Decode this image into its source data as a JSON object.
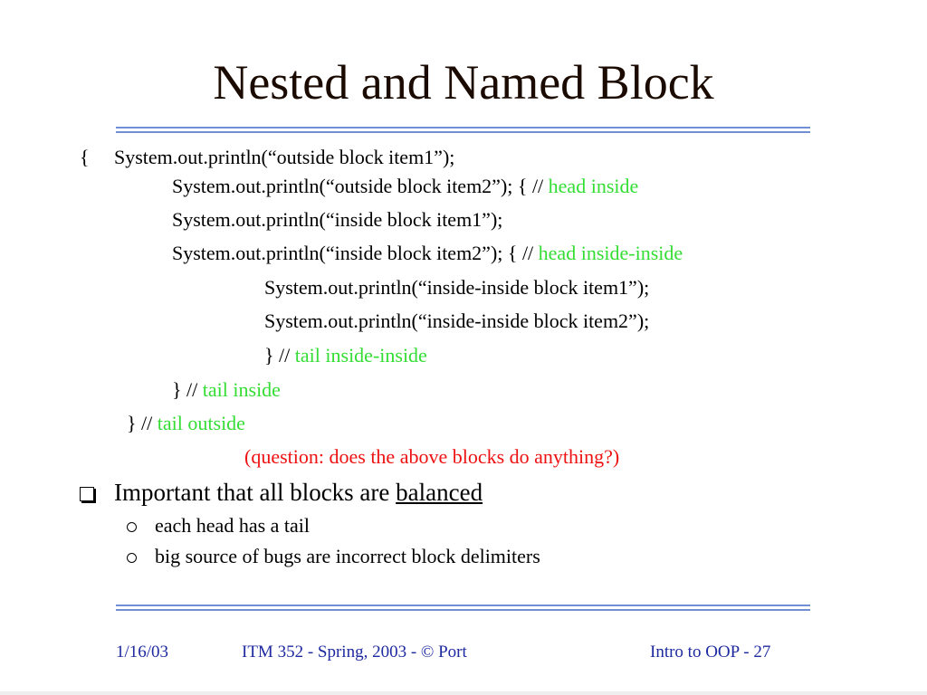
{
  "slide": {
    "title": "Nested and Named Block",
    "code": {
      "open_brace": "{",
      "line1": "System.out.println(“outside block item1”);",
      "line2_code": "System.out.println(“outside block item2”); { // ",
      "line2_comment": "head inside",
      "line3": "System.out.println(“inside block item1”);",
      "line4_code": "System.out.println(“inside block item2”); { // ",
      "line4_comment": "head inside-inside",
      "line5": "System.out.println(“inside-inside block item1”);",
      "line6": "System.out.println(“inside-inside block item2”);",
      "line7_code": "} // ",
      "line7_comment": "tail inside-inside",
      "line8_code": "} // ",
      "line8_comment": "tail inside",
      "line9_code": "} // ",
      "line9_comment": "tail outside",
      "question": "(question: does the above blocks do anything?)"
    },
    "bullets": {
      "main_prefix": "Important that all blocks are ",
      "main_emphasis": "balanced",
      "sub": [
        "each head has a tail",
        "big source of bugs are incorrect block delimiters"
      ]
    },
    "footer": {
      "date": "1/16/03",
      "course": "ITM 352 - Spring, 2003 - © Port",
      "page": "Intro to OOP - 27"
    },
    "icons": {
      "main_bullet": "hollow-square-bullet-icon",
      "sub_bullet": "hollow-circle-bullet-icon"
    },
    "colors": {
      "comment": "#33dd33",
      "question": "#ee1111",
      "rule": "#6f8fd6",
      "footer": "#1e2aa0"
    }
  }
}
